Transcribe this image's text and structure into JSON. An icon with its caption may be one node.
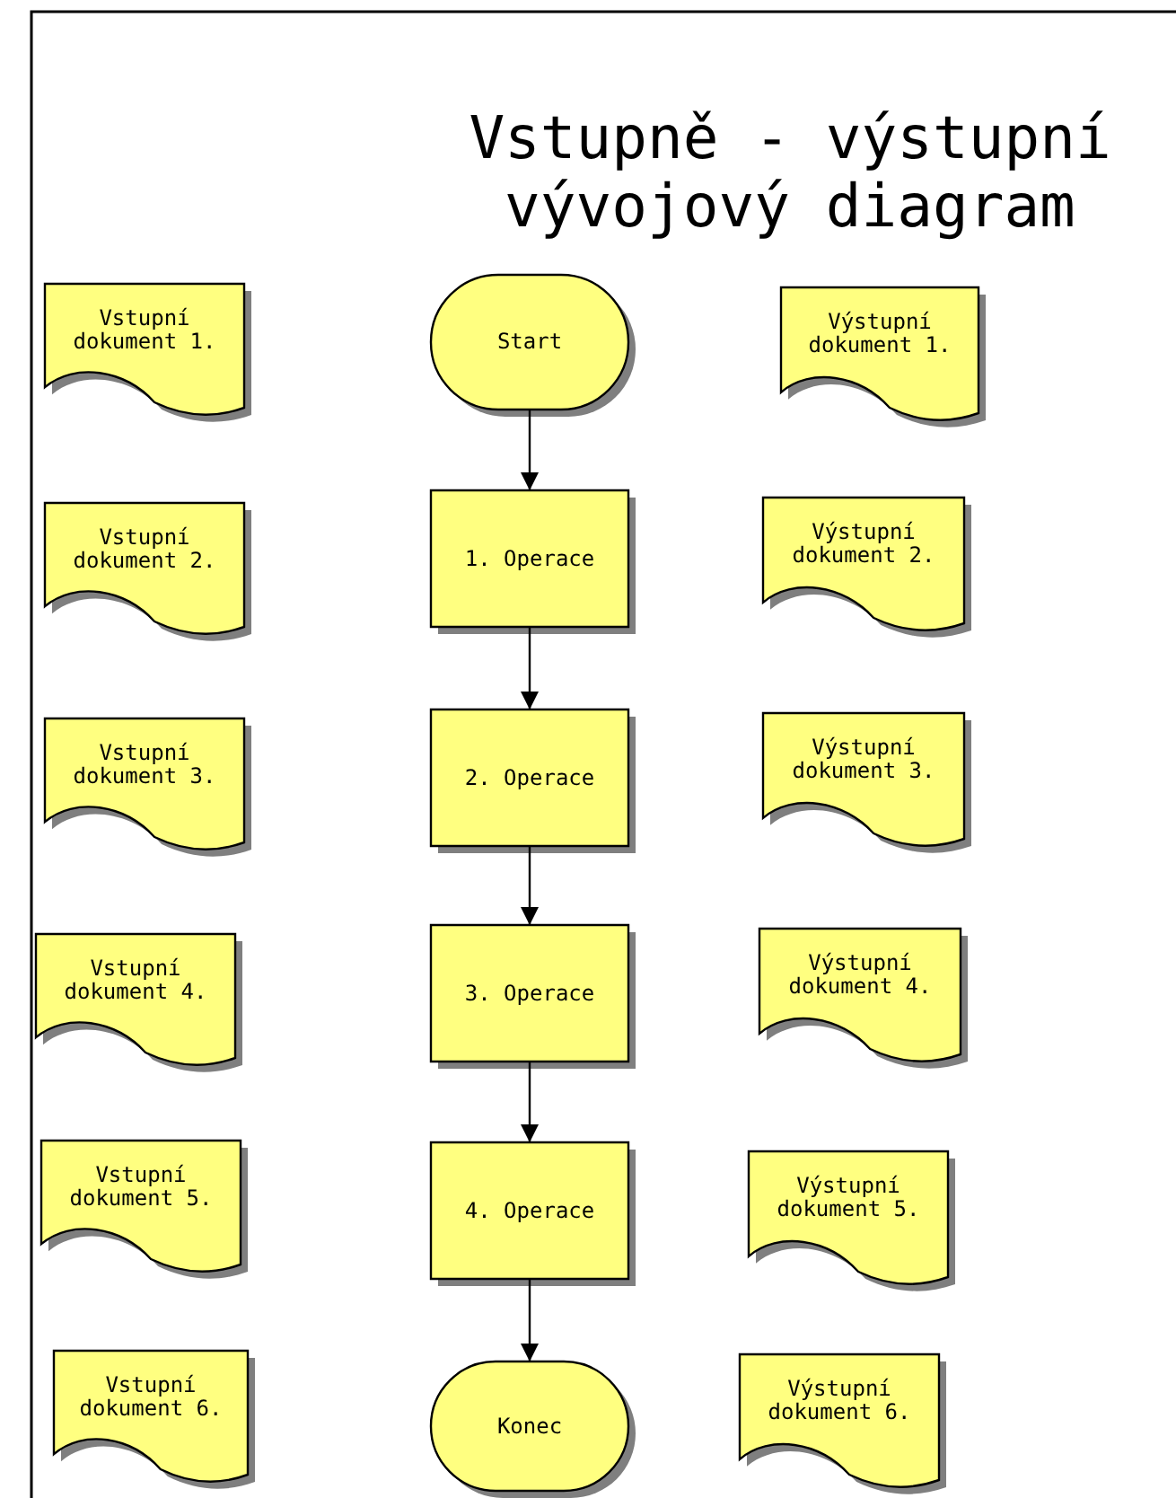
{
  "diagram": {
    "title": "Vstupně - výstupní vývojový diagram",
    "nodes": [
      {
        "text": [
          "Vstupní dokument 1."
        ]
      },
      {
        "text": [
          "Start"
        ]
      },
      {
        "text": [
          "Výstupní dokument 1."
        ]
      },
      {
        "text": [
          "Vstupní dokument 2."
        ]
      },
      {
        "text": [
          "1. Operace"
        ]
      },
      {
        "text": [
          "Výstupní dokument 2."
        ]
      },
      {
        "text": [
          "Vstupní dokument 3."
        ]
      },
      {
        "text": [
          "2. Operace"
        ]
      },
      {
        "text": [
          "Výstupní dokument 3."
        ]
      },
      {
        "text": [
          "Vstupní dokument 4."
        ]
      },
      {
        "text": [
          "3. Operace"
        ]
      },
      {
        "text": [
          "Výstupní dokument 4."
        ]
      },
      {
        "text": [
          "Vstupní dokument 5."
        ]
      },
      {
        "text": [
          "4. Operace"
        ]
      },
      {
        "text": [
          "Výstupní dokument 5."
        ]
      },
      {
        "text": [
          "Vstupní dokument 6."
        ]
      },
      {
        "text": [
          "Konec"
        ]
      },
      {
        "text": [
          "Výstupní dokument 6."
        ]
      }
    ],
    "edges": [
      {
        "from": 1,
        "to": 4,
        "arrow": "to"
      },
      {
        "from": 4,
        "to": 7,
        "arrow": "to"
      },
      {
        "from": 7,
        "to": 10,
        "arrow": "to"
      },
      {
        "from": 10,
        "to": 13,
        "arrow": "to"
      },
      {
        "from": 13,
        "to": 16,
        "arrow": "to"
      }
    ]
  }
}
